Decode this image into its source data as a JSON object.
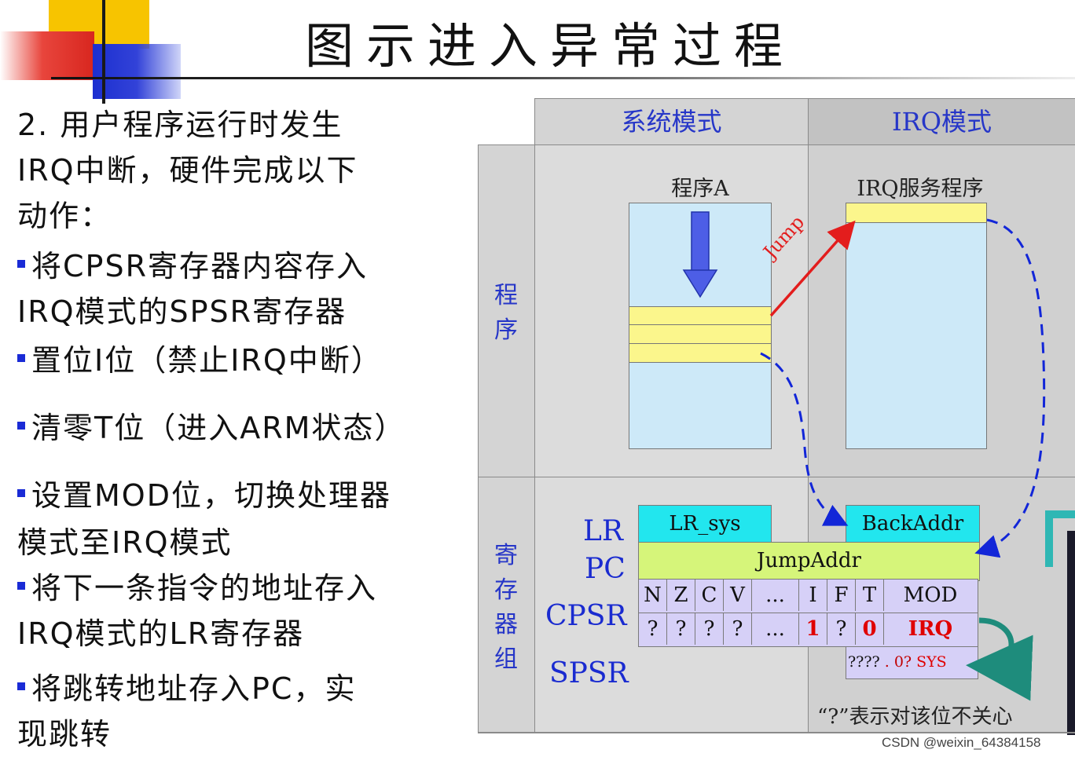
{
  "title": "图示进入异常过程",
  "left_text": {
    "intro_lines": [
      "2. 用户程序运行时发生",
      "IRQ中断，硬件完成以下",
      "动作："
    ],
    "bullets": [
      {
        "lines": [
          "将CPSR寄存器内容存入",
          "IRQ模式的SPSR寄存器"
        ]
      },
      {
        "lines": [
          "置位I位（禁止IRQ中断）"
        ]
      },
      {
        "lines": [
          "清零T位（进入ARM状态）"
        ]
      },
      {
        "lines": [
          "设置MOD位，切换处理器",
          "模式至IRQ模式"
        ]
      },
      {
        "lines": [
          "将下一条指令的地址存入",
          "IRQ模式的LR寄存器"
        ]
      },
      {
        "lines": [
          "将跳转地址存入PC，实",
          "现跳转"
        ]
      }
    ]
  },
  "diagram": {
    "col_headers": [
      "系统模式",
      "IRQ模式"
    ],
    "row_headers": [
      "程序",
      "寄存器组"
    ],
    "program_a_label": "程序A",
    "irq_service_label": "IRQ服务程序",
    "jump_label": "Jump",
    "register_labels": [
      "LR",
      "PC",
      "CPSR",
      "SPSR"
    ],
    "lr_sys": "LR_sys",
    "back_addr": "BackAddr",
    "jump_addr": "JumpAddr",
    "cpsr_flag_names": [
      "N",
      "Z",
      "C",
      "V",
      "...",
      "I",
      "F",
      "T",
      "MOD"
    ],
    "cpsr_flag_values": [
      "?",
      "?",
      "?",
      "?",
      "...",
      "1",
      "?",
      "0",
      "IRQ"
    ],
    "spsr_value_parts": [
      "????",
      ". 0?",
      "SYS"
    ],
    "note": "“?”表示对该位不关心",
    "colors": {
      "header_bg": "#d4d4d4",
      "header_bg_irq": "#c2c2c2",
      "cell_bg": "#dcdcdc",
      "program_box": "#cde9f8",
      "highlight_yellow": "#fbf68c",
      "lr_cyan": "#22e6ee",
      "jumpaddr_green": "#d6f57a",
      "cpsr_lavender": "#d6d0f7",
      "label_blue": "#2636c8",
      "jump_red": "#e31d1d",
      "value_red": "#e00000",
      "dash_blue": "#1226d8",
      "curl_teal": "#1e8c7c"
    }
  },
  "watermark": "CSDN @weixin_64384158"
}
